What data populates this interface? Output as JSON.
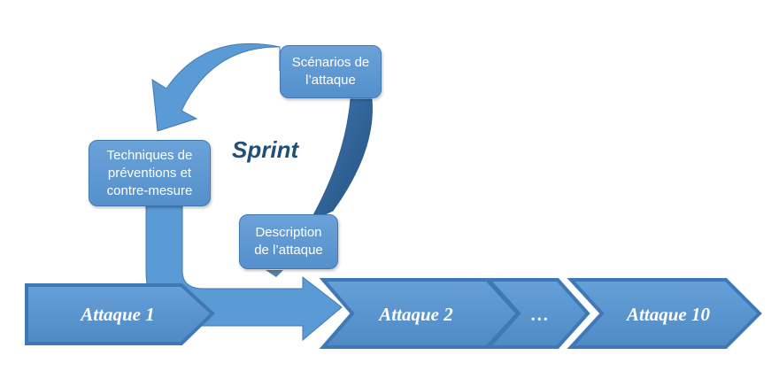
{
  "sprint": {
    "label": "Sprint",
    "steps": [
      {
        "id": "scenarios",
        "label": "Scénarios de\nl’attaque"
      },
      {
        "id": "techniques",
        "label": "Techniques de\npréventions et\ncontre-mesure"
      },
      {
        "id": "description",
        "label": "Description\nde l’attaque"
      }
    ]
  },
  "timeline": {
    "attacks": [
      "Attaque 1",
      "Attaque 2",
      "…",
      "Attaque 10"
    ]
  },
  "colors": {
    "fill": "#5b9bd5",
    "border": "#3f79b5",
    "dark_arrow": "#2e5f8f",
    "sprint_text": "#1f4e79"
  }
}
